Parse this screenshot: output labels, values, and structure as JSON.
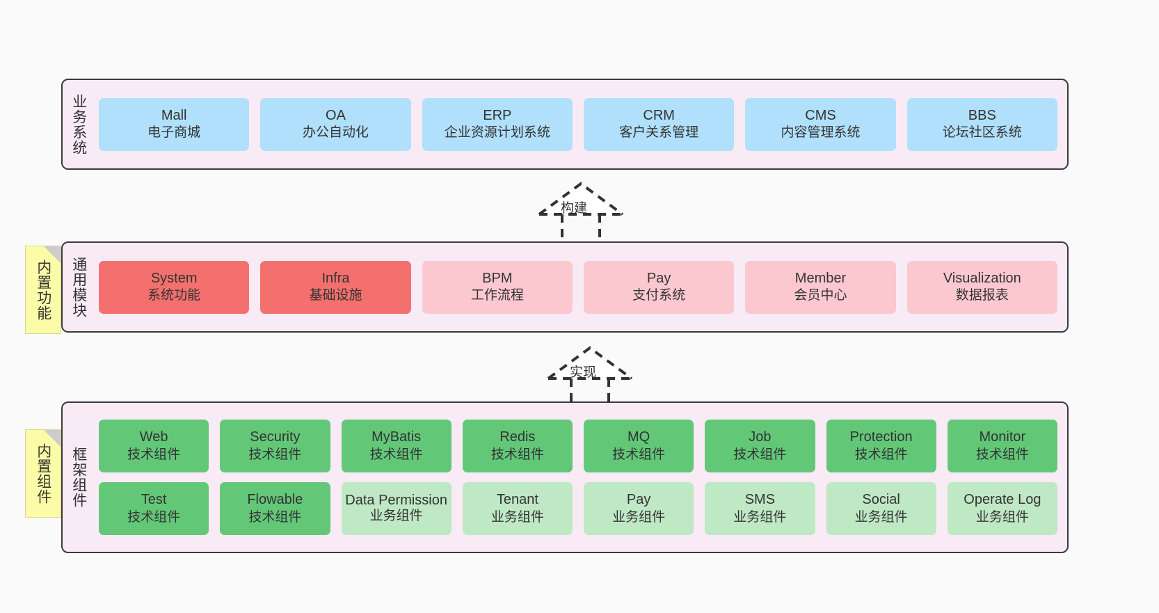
{
  "diagram": {
    "background_color": "#fafafa",
    "layer_fill": "#f9ebf5",
    "layer_border": "#3b3b3b",
    "note_fill": "#fcfba7",
    "colors": {
      "blue": "#b0e0fb",
      "red": "#f4706e",
      "pink": "#fcc8cf",
      "green": "#62c878",
      "light_green": "#bfe8c4",
      "yellow_note": "#fcfba7"
    }
  },
  "layers": [
    {
      "id": "business-system",
      "title": "业务系统",
      "note": null,
      "rows": [
        {
          "cards": [
            {
              "en": "Mall",
              "cn": "电子商城",
              "color": "blue"
            },
            {
              "en": "OA",
              "cn": "办公自动化",
              "color": "blue"
            },
            {
              "en": "ERP",
              "cn": "企业资源计划系统",
              "color": "blue"
            },
            {
              "en": "CRM",
              "cn": "客户关系管理",
              "color": "blue"
            },
            {
              "en": "CMS",
              "cn": "内容管理系统",
              "color": "blue"
            },
            {
              "en": "BBS",
              "cn": "论坛社区系统",
              "color": "blue"
            }
          ]
        }
      ]
    },
    {
      "id": "common-module",
      "title": "通用模块",
      "note": "内置功能",
      "rows": [
        {
          "cards": [
            {
              "en": "System",
              "cn": "系统功能",
              "color": "red"
            },
            {
              "en": "Infra",
              "cn": "基础设施",
              "color": "red"
            },
            {
              "en": "BPM",
              "cn": "工作流程",
              "color": "pink"
            },
            {
              "en": "Pay",
              "cn": "支付系统",
              "color": "pink"
            },
            {
              "en": "Member",
              "cn": "会员中心",
              "color": "pink"
            },
            {
              "en": "Visualization",
              "cn": "数据报表",
              "color": "pink"
            }
          ]
        }
      ]
    },
    {
      "id": "framework-component",
      "title": "框架组件",
      "note": "内置组件",
      "rows": [
        {
          "cards": [
            {
              "en": "Web",
              "cn": "技术组件",
              "color": "green"
            },
            {
              "en": "Security",
              "cn": "技术组件",
              "color": "green"
            },
            {
              "en": "MyBatis",
              "cn": "技术组件",
              "color": "green"
            },
            {
              "en": "Redis",
              "cn": "技术组件",
              "color": "green"
            },
            {
              "en": "MQ",
              "cn": "技术组件",
              "color": "green"
            },
            {
              "en": "Job",
              "cn": "技术组件",
              "color": "green"
            },
            {
              "en": "Protection",
              "cn": "技术组件",
              "color": "green"
            },
            {
              "en": "Monitor",
              "cn": "技术组件",
              "color": "green"
            }
          ]
        },
        {
          "cards": [
            {
              "en": "Test",
              "cn": "技术组件",
              "color": "green"
            },
            {
              "en": "Flowable",
              "cn": "技术组件",
              "color": "green"
            },
            {
              "en": "Data Permission",
              "cn": "业务组件",
              "color": "light_green",
              "wrap": true
            },
            {
              "en": "Tenant",
              "cn": "业务组件",
              "color": "light_green"
            },
            {
              "en": "Pay",
              "cn": "业务组件",
              "color": "light_green"
            },
            {
              "en": "SMS",
              "cn": "业务组件",
              "color": "light_green"
            },
            {
              "en": "Social",
              "cn": "业务组件",
              "color": "light_green"
            },
            {
              "en": "Operate Log",
              "cn": "业务组件",
              "color": "light_green"
            }
          ]
        }
      ]
    }
  ],
  "connectors": [
    {
      "id": "build",
      "label": "构建",
      "direction": "up"
    },
    {
      "id": "implement",
      "label": "实现",
      "direction": "up"
    }
  ]
}
